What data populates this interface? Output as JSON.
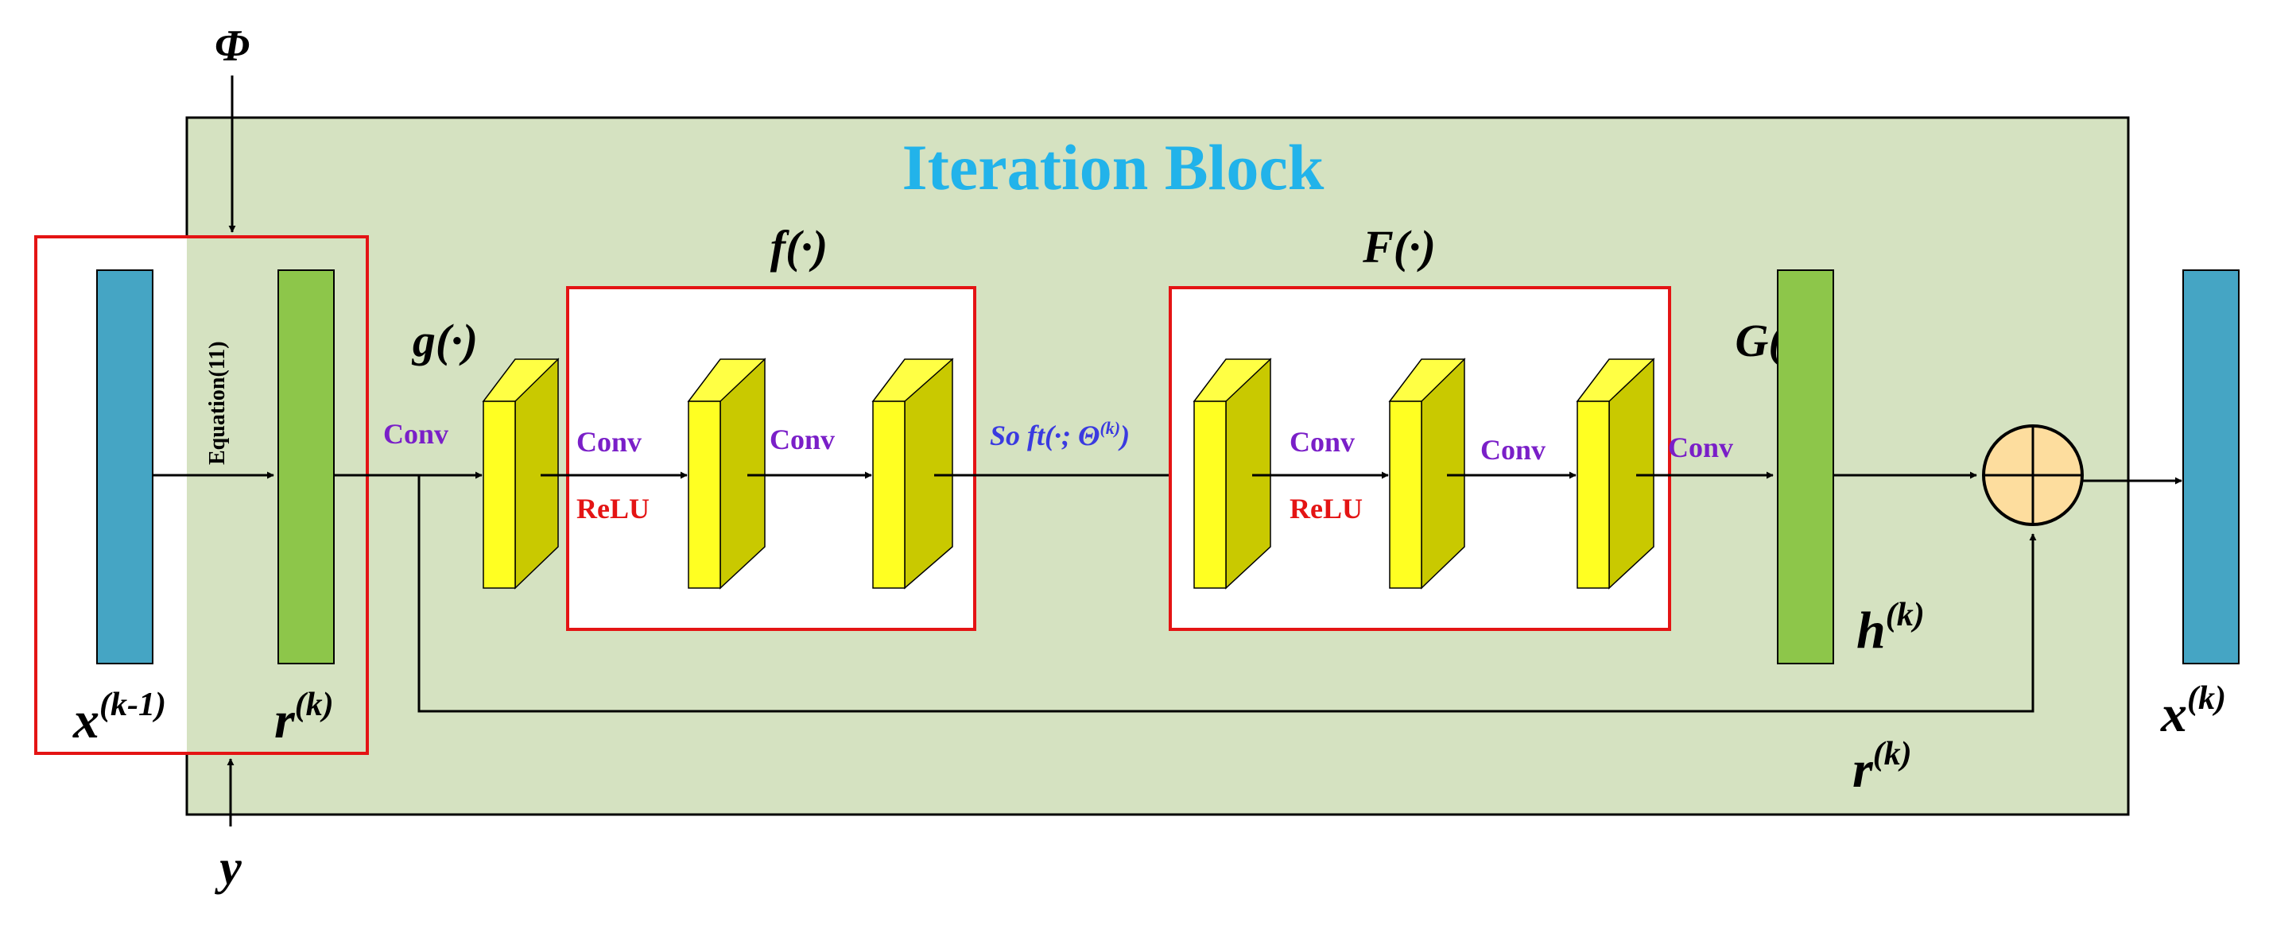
{
  "diagram": {
    "title": "Iteration Block",
    "inputs": {
      "phi": "Φ",
      "y": "y"
    },
    "equation_label": "Equation(11)",
    "vectors": {
      "x_prev": {
        "base": "x",
        "sup": "(k-1)"
      },
      "r_k": {
        "base": "r",
        "sup": "(k)"
      },
      "h_k": {
        "base": "h",
        "sup": "(k)"
      },
      "r_skip": {
        "base": "r",
        "sup": "(k)"
      },
      "x_out": {
        "base": "x",
        "sup": "(k)"
      }
    },
    "functions": {
      "g": "g(·)",
      "f": "f(·)",
      "F": "F(·)",
      "G": "G(·)"
    },
    "ops": {
      "conv_g": "Conv",
      "conv_f1": "Conv",
      "relu_f1": "ReLU",
      "conv_f2": "Conv",
      "soft": "So ft(·; Θ",
      "soft_sup": "(k)",
      "soft_close": ")",
      "conv_F1": "Conv",
      "relu_F1": "ReLU",
      "conv_F2": "Conv",
      "conv_G": "Conv"
    },
    "colors": {
      "block_bg": "#d5e2c1",
      "title": "#22b3ea",
      "teal_bar": "#45a5c4",
      "green_bar": "#8dc64a",
      "conv_face": "#ffff22",
      "conv_side": "#c9c900",
      "red_box": "#e41414",
      "sum_node": "#fddd9e",
      "op_label": "#7a1fc8",
      "relu_label": "#e41414"
    }
  }
}
